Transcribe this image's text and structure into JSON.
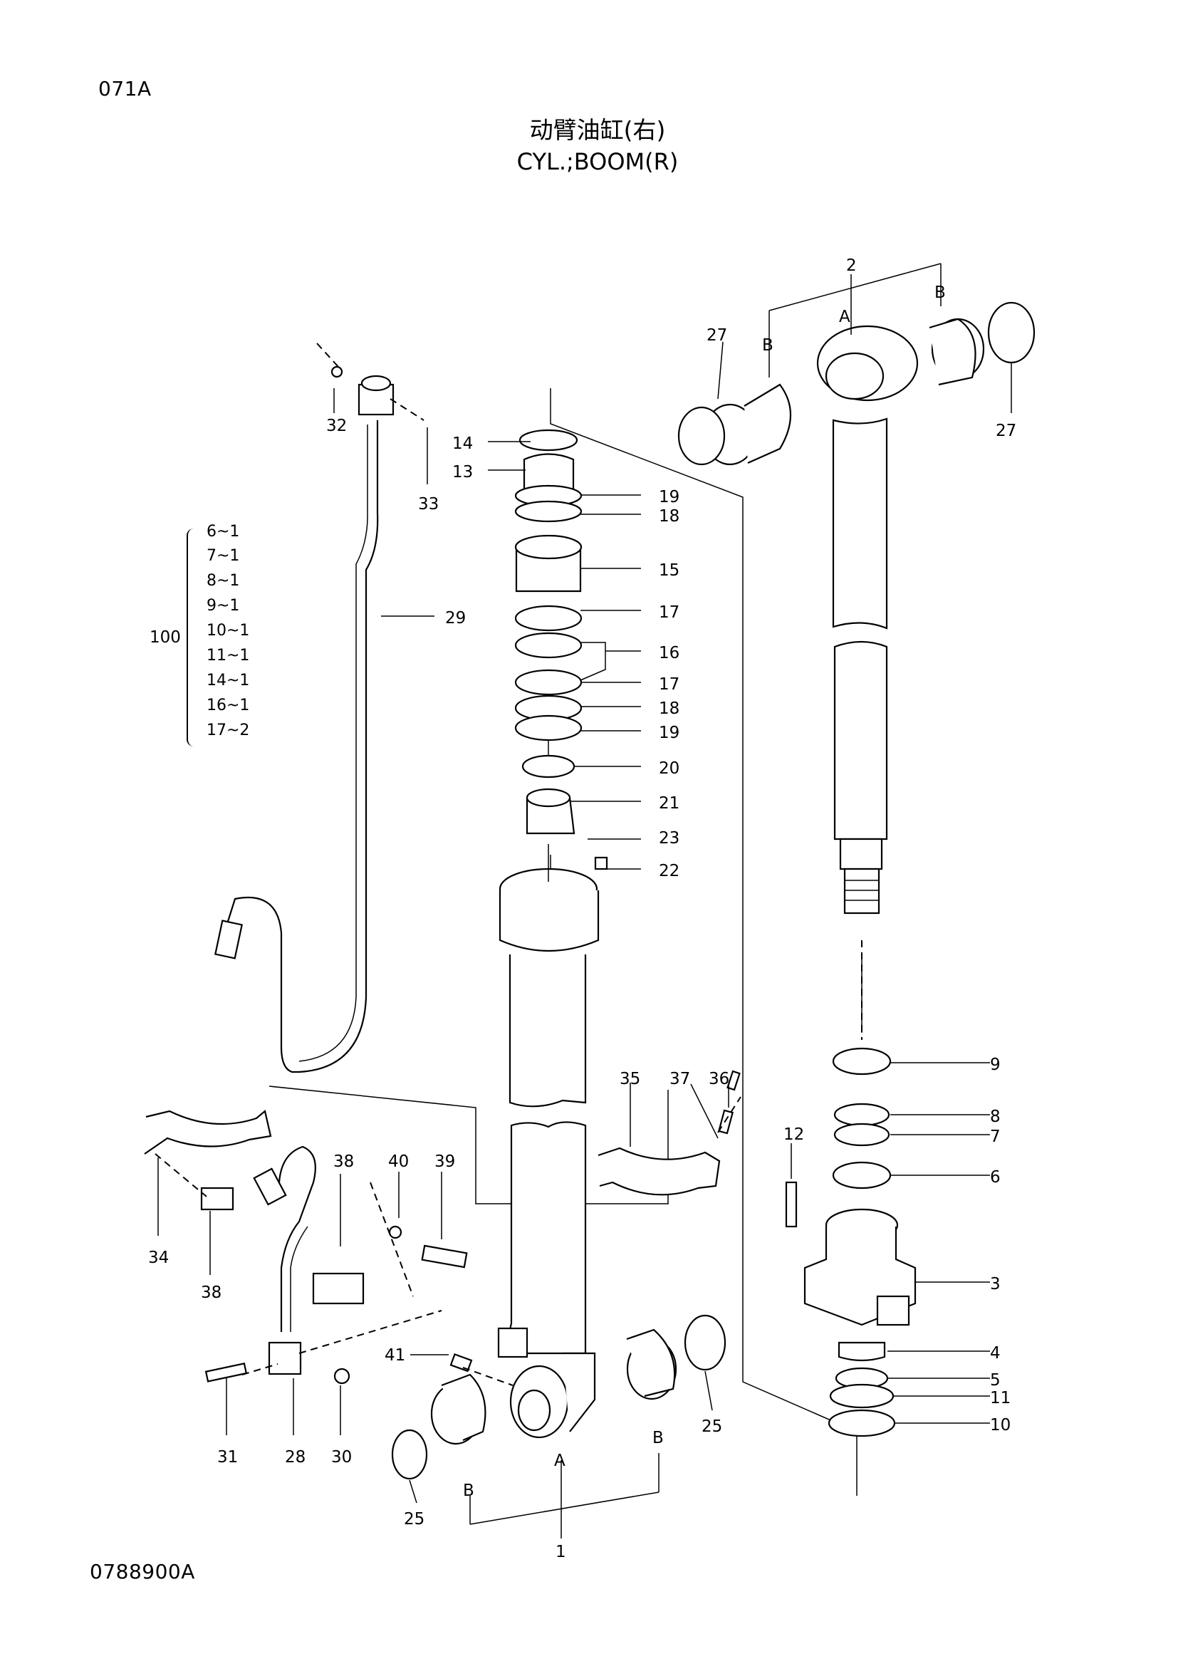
{
  "document": {
    "code_top": "071A",
    "title_cn": "动臂油缸(右)",
    "title_en": "CYL.;BOOM(R)",
    "code_bottom": "0788900A"
  },
  "kit": {
    "number": "100",
    "items": [
      "6~1",
      "7~1",
      "8~1",
      "9~1",
      "10~1",
      "11~1",
      "14~1",
      "16~1",
      "17~2"
    ]
  },
  "callouts": {
    "c1": "1",
    "c2": "2",
    "c3": "3",
    "c4": "4",
    "c5": "5",
    "c6": "6",
    "c7": "7",
    "c8": "8",
    "c9": "9",
    "c10": "10",
    "c11": "11",
    "c12": "12",
    "c13": "13",
    "c14": "14",
    "c15": "15",
    "c16": "16",
    "c17a": "17",
    "c17b": "17",
    "c18a": "18",
    "c18b": "18",
    "c19a": "19",
    "c19b": "19",
    "c20": "20",
    "c21": "21",
    "c22": "22",
    "c23": "23",
    "c25a": "25",
    "c25b": "25",
    "c27a": "27",
    "c27b": "27",
    "c28": "28",
    "c29": "29",
    "c30": "30",
    "c31": "31",
    "c32": "32",
    "c33": "33",
    "c34": "34",
    "c35": "35",
    "c36": "36",
    "c37": "37",
    "c38a": "38",
    "c38b": "38",
    "c39": "39",
    "c40": "40",
    "c41": "41"
  },
  "markers": {
    "A": "A",
    "B": "B"
  }
}
